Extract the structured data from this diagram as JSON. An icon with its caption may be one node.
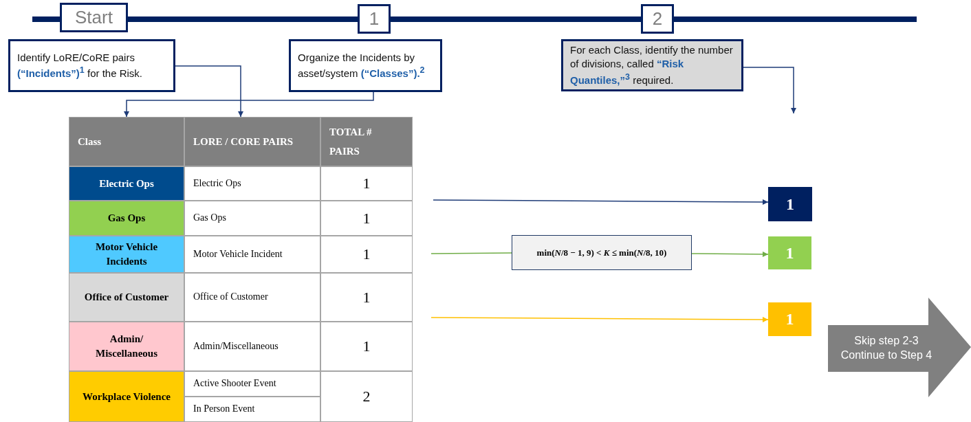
{
  "diagram": {
    "nodes": [
      {
        "text": [
          "Start"
        ]
      },
      {
        "text": [
          "1"
        ]
      },
      {
        "text": [
          "2"
        ]
      },
      {
        "text": [
          "Identify LoRE/CoRE pairs **(“Incidents”)**$^{1}$ for the Risk."
        ]
      },
      {
        "text": [
          "Organize the Incidents by asset/system **(“Classes”).**$^{2}$"
        ]
      },
      {
        "text": [
          "For each Class, identify the number of divisions, called **“Risk Quantiles,”**$^{3}$ required."
        ]
      },
      {
        "text": [
          "Class"
        ]
      },
      {
        "text": [
          "LORE / CORE PAIRS"
        ]
      },
      {
        "text": [
          "min(*N*/8 − 1, 9) < *K* ≤ min(*N*/8, 10)"
        ]
      },
      {
        "text": [
          "1"
        ]
      },
      {
        "text": [
          "1"
        ]
      },
      {
        "text": [
          "1"
        ]
      },
      {
        "text": [
          "Skip step 2-3 Continue to Step 4"
        ]
      }
    ],
    "edges": [
      {
        "from": 0,
        "to": 1,
        "arrow": "none",
        "style": "thick"
      },
      {
        "from": 1,
        "to": 2,
        "arrow": "none",
        "style": "thick"
      },
      {
        "from": 3,
        "to": 7,
        "arrow": "to"
      },
      {
        "from": 4,
        "to": 6,
        "arrow": "to"
      },
      {
        "from": 5,
        "to": null,
        "arrow": "to"
      },
      {
        "from": null,
        "to": 9,
        "arrow": "to"
      },
      {
        "from": null,
        "to": 8,
        "arrow": "none",
        "color": "#70ad47"
      },
      {
        "from": 8,
        "to": 10,
        "arrow": "to",
        "color": "#70ad47"
      },
      {
        "from": null,
        "to": 11,
        "arrow": "to",
        "color": "#ffc000"
      }
    ],
    "labels": [
      "TOTAL # PAIRS",
      "Electric Ops",
      "Electric Ops",
      "1",
      "Gas Ops",
      "Gas Ops",
      "1",
      "Motor Vehicle Incidents",
      "Motor Vehicle Incident",
      "1",
      "Office of Customer",
      "Office of Customer",
      "1",
      "Admin/ Miscellaneous",
      "Admin/Miscellaneous",
      "1",
      "Workplace Violence",
      "Active Shooter Event",
      "2",
      "In Person Event"
    ]
  }
}
